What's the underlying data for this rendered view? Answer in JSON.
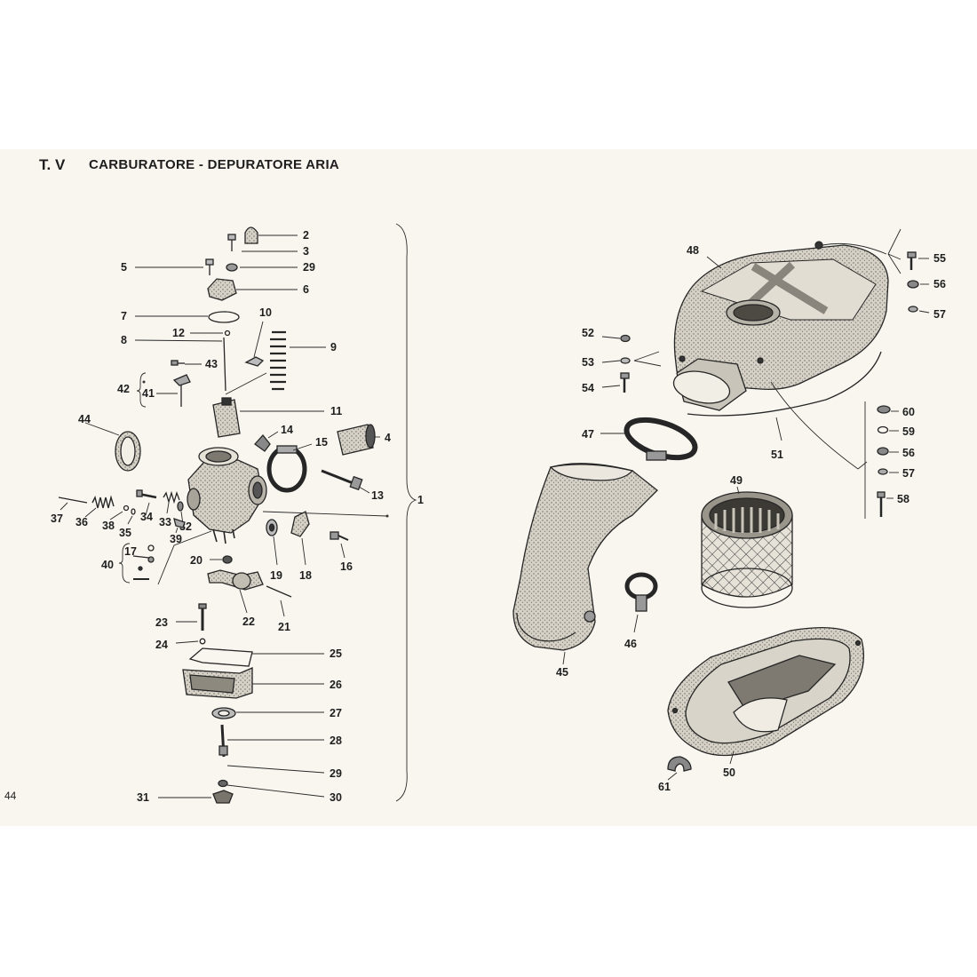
{
  "header": {
    "table_code": "T. V",
    "title": "CARBURATORE - DEPURATORE ARIA",
    "page_number": "44"
  },
  "group_label": "1",
  "labels": {
    "p2": "2",
    "p3": "3",
    "p4": "4",
    "p5": "5",
    "p6": "6",
    "p7": "7",
    "p8": "8",
    "p9": "9",
    "p10": "10",
    "p11": "11",
    "p12": "12",
    "p13": "13",
    "p14": "14",
    "p15": "15",
    "p16": "16",
    "p17": "17",
    "p18": "18",
    "p19": "19",
    "p20": "20",
    "p21": "21",
    "p22": "22",
    "p23": "23",
    "p24": "24",
    "p25": "25",
    "p26": "26",
    "p27": "27",
    "p28": "28",
    "p29a": "29",
    "p29b": "29",
    "p30": "30",
    "p31": "31",
    "p32": "32",
    "p33": "33",
    "p34": "34",
    "p35": "35",
    "p36": "36",
    "p37": "37",
    "p38": "38",
    "p39": "39",
    "p40": "40",
    "p41": "41",
    "p42": "42",
    "p43": "43",
    "p44": "44",
    "p45": "45",
    "p46": "46",
    "p47": "47",
    "p48": "48",
    "p49": "49",
    "p50": "50",
    "p51": "51",
    "p52": "52",
    "p53": "53",
    "p54": "54",
    "p55": "55",
    "p56a": "56",
    "p56b": "56",
    "p57a": "57",
    "p57b": "57",
    "p58": "58",
    "p59": "59",
    "p60": "60",
    "p61": "61"
  },
  "colors": {
    "paper": "#f8f6ef",
    "ink": "#1e1e1e",
    "part_fill": "#cfcac0",
    "part_dark": "#8a857c"
  }
}
